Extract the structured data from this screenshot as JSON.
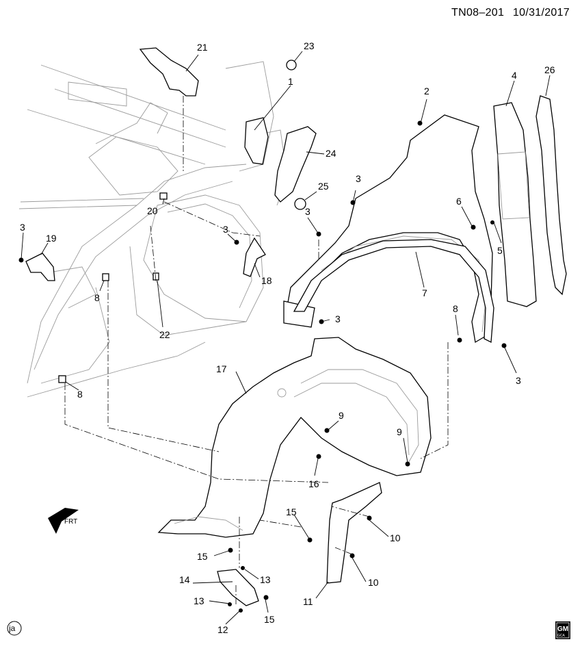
{
  "header": {
    "diagram_code": "TN08–201",
    "date": "10/31/2017"
  },
  "direction_label": "FRT",
  "corner_mark": "ja",
  "brand_logo": {
    "text_top": "GM",
    "text_bottom": "GCA"
  },
  "callouts": {
    "c21": "21",
    "c23": "23",
    "c1": "1",
    "c24": "24",
    "c25": "25",
    "c20": "20",
    "c3a": "3",
    "c19": "19",
    "c3b": "3",
    "c3c": "3",
    "c3d": "3",
    "c18": "18",
    "c8a": "8",
    "c22": "22",
    "c8b": "8",
    "c2": "2",
    "c4": "4",
    "c26": "26",
    "c6": "6",
    "c5": "5",
    "c7": "7",
    "c3e": "3",
    "c8c": "8",
    "c3f": "3",
    "c17": "17",
    "c9a": "9",
    "c9b": "9",
    "c16": "16",
    "c15a": "15",
    "c10a": "10",
    "c10b": "10",
    "c15b": "15",
    "c13a": "13",
    "c14": "14",
    "c11": "11",
    "c13b": "13",
    "c12": "12",
    "c15c": "15"
  }
}
